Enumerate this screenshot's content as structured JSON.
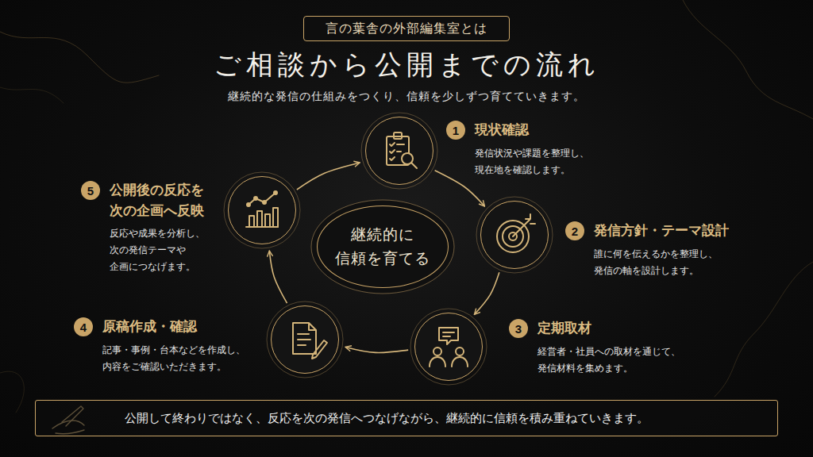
{
  "diagram": {
    "title": "ご相談から公開までの流れ",
    "nodes": [
      {
        "text": [
          "言の葉舎の外部編集室とは"
        ]
      },
      {
        "text": [
          "継続的に 信頼を育てる"
        ]
      },
      {
        "text": [
          "1",
          "現状確認",
          "発信状況や課題を整理し、 現在地を確認します。"
        ]
      },
      {
        "text": [
          "2",
          "発信方針・テーマ設計",
          "誰に何を伝えるかを整理し、 発信の軸を設計します。"
        ]
      },
      {
        "text": [
          "3",
          "定期取材",
          "経営者・社員への取材を通じて、 発信材料を集めます。"
        ]
      },
      {
        "text": [
          "4",
          "原稿作成・確認",
          "記事・事例・台本などを作成し、 内容をご確認いただきます。"
        ]
      },
      {
        "text": [
          "5",
          "公開後の反応を 次の企画へ反映",
          "反応や成果を分析し、 次の発信テーマや 企画につなげます。"
        ]
      },
      {
        "text": [
          "公開して終わりではなく、反応を次の発信へつなげながら、継続的に信頼を積み重ねていきます。"
        ]
      }
    ],
    "edges": [
      {
        "from": 2,
        "to": 3,
        "arrow": "to"
      },
      {
        "from": 3,
        "to": 4,
        "arrow": "to"
      },
      {
        "from": 4,
        "to": 5,
        "arrow": "to"
      },
      {
        "from": 5,
        "to": 6,
        "arrow": "to"
      },
      {
        "from": 6,
        "to": 2,
        "arrow": "to"
      }
    ],
    "labels": [
      "継続的な発信の仕組みをつくり、信頼を少しずつ育てていきます。"
    ]
  }
}
